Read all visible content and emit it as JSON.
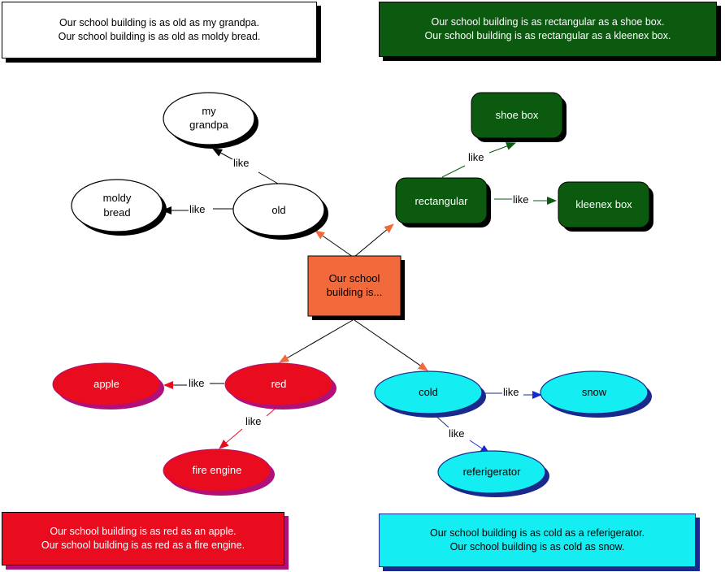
{
  "sentences": {
    "old": [
      "Our school building is as old as my grandpa.",
      "Our school building is as old as moldy bread."
    ],
    "rectangular": [
      "Our school building is as rectangular as a shoe box.",
      "Our school building is as rectangular as a kleenex box."
    ],
    "red": [
      "Our school building is as red as an apple.",
      "Our school building is as red as a fire engine."
    ],
    "cold": [
      "Our school building is as cold as a referigerator.",
      "Our school building is as cold as snow."
    ]
  },
  "nodes": {
    "center": [
      "Our school",
      "building is..."
    ],
    "old": [
      "old"
    ],
    "grandpa": [
      "my",
      "grandpa"
    ],
    "moldy_bread": [
      "moldy",
      "bread"
    ],
    "rectangular": [
      "rectangular"
    ],
    "shoe_box": [
      "shoe box"
    ],
    "kleenex_box": [
      "kleenex box"
    ],
    "red": [
      "red"
    ],
    "apple": [
      "apple"
    ],
    "fire_engine": [
      "fire engine"
    ],
    "cold": [
      "cold"
    ],
    "snow": [
      "snow"
    ],
    "referigerator": [
      "referigerator"
    ]
  },
  "edge_label": "like",
  "colors": {
    "orange": "#f26a3c",
    "dark_green": "#0b5a10",
    "red": "#e80c1e",
    "cyan": "#14eef2",
    "magenta_shadow": "#b0107a",
    "navy_shadow": "#1a2a8c",
    "blue_arrow": "#1a2ad0"
  }
}
